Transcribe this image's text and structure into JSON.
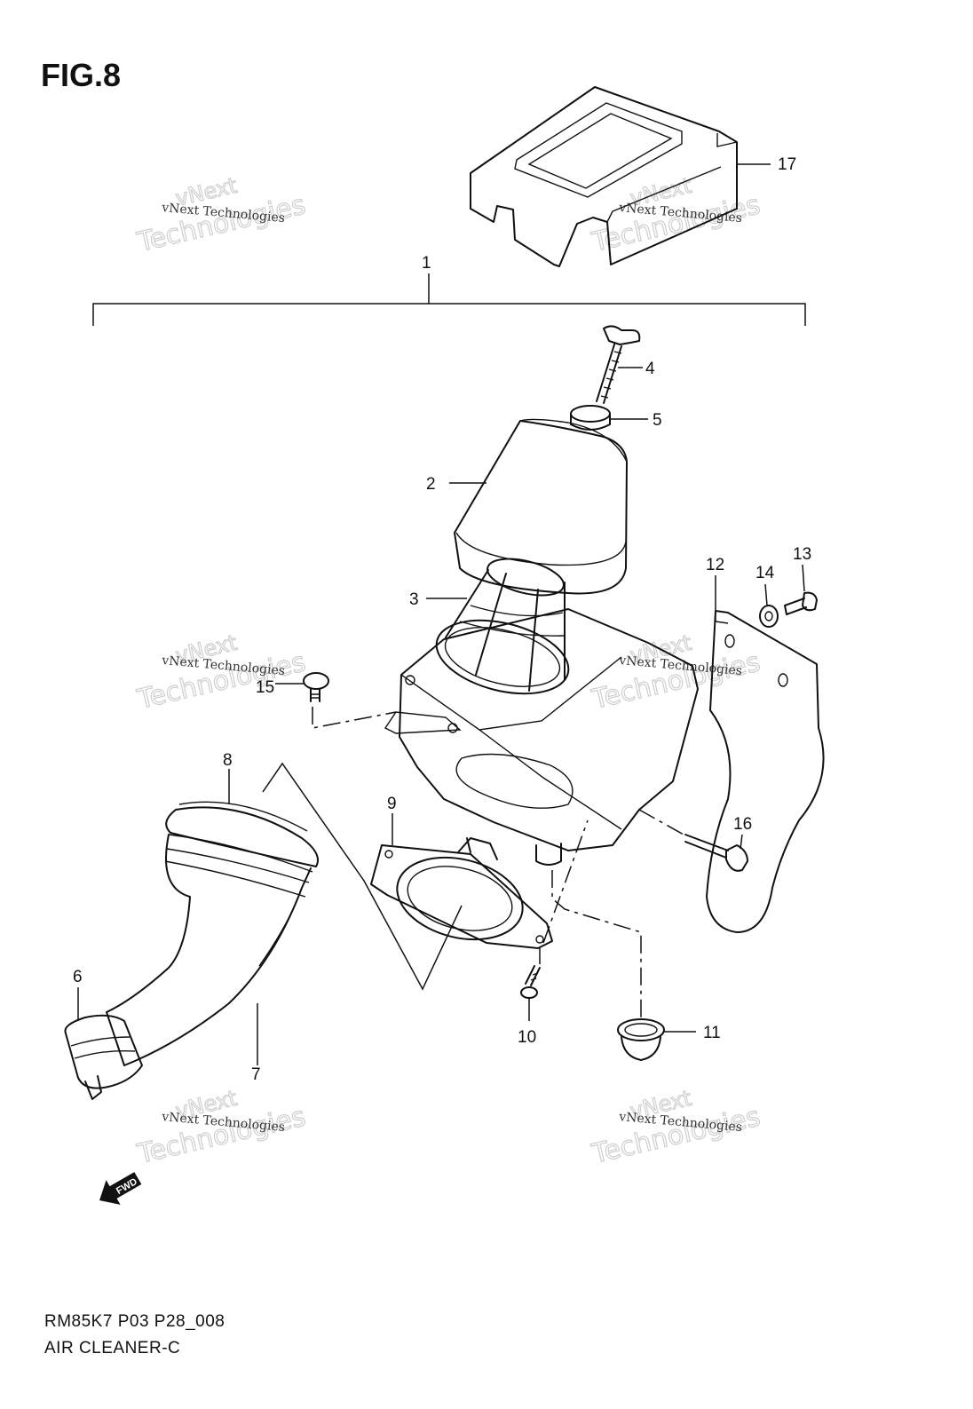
{
  "figure": {
    "title": "FIG.8",
    "code": "RM85K7 P03 P28_008",
    "name": "AIR CLEANER-C"
  },
  "callouts": {
    "c1": "1",
    "c2": "2",
    "c3": "3",
    "c4": "4",
    "c5": "5",
    "c6": "6",
    "c7": "7",
    "c8": "8",
    "c9": "9",
    "c10": "10",
    "c11": "11",
    "c12": "12",
    "c13": "13",
    "c14": "14",
    "c15": "15",
    "c16": "16",
    "c17": "17"
  },
  "watermark": {
    "line_small": "vNext Technologies",
    "line_top": "vNext",
    "line_big": "Technologies"
  },
  "fwd_label": "FWD"
}
